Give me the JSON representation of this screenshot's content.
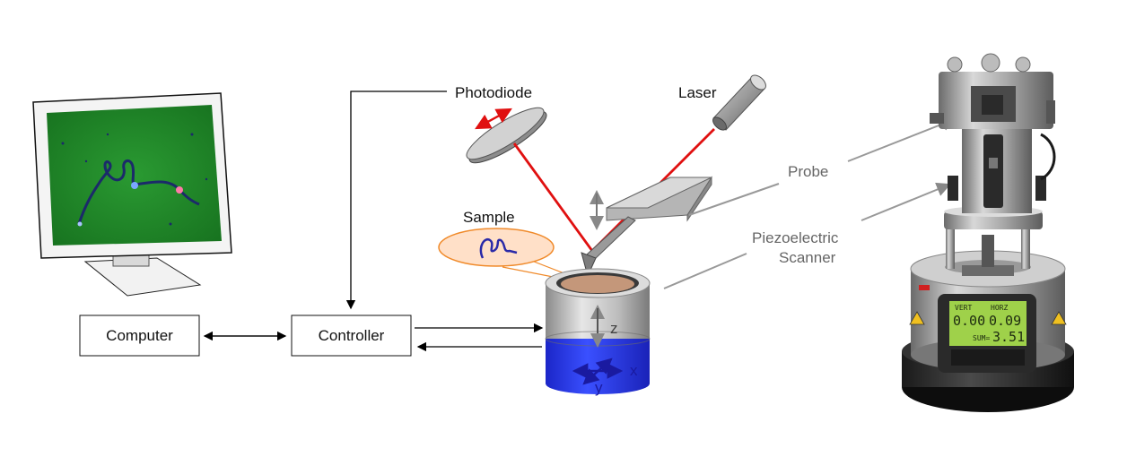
{
  "labels": {
    "computer": "Computer",
    "controller": "Controller",
    "photodiode": "Photodiode",
    "laser": "Laser",
    "sample": "Sample",
    "probe": "Probe",
    "piezo_line1": "Piezoelectric",
    "piezo_line2": "Scanner",
    "axis_z": "z",
    "axis_x": "x",
    "axis_y": "y"
  },
  "lcd": {
    "col1": "VERT",
    "col2": "HORZ",
    "val1": "0.00",
    "val2": "0.09",
    "sum_label": "SUM=",
    "sum_value": "3.51"
  },
  "colors": {
    "laser_beam": "#e01010",
    "scanner_blue": "#2233ee",
    "axis_blue": "#1a1aa0",
    "sample_bubble": "#ffe0c8",
    "sample_outline": "#f08a2a",
    "afm_image_green": "#1f8a2a",
    "lcd_green": "#9fd14a"
  }
}
